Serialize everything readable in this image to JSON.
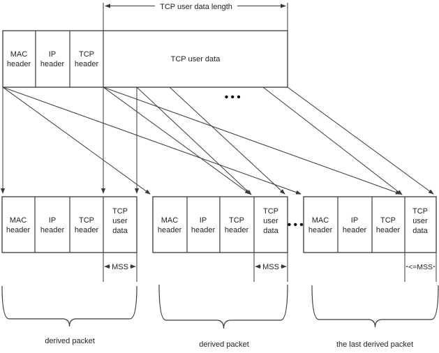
{
  "diagram": {
    "title_arrow_label": "TCP user data length",
    "original_packet": {
      "cells": [
        {
          "lines": [
            "MAC",
            "header"
          ]
        },
        {
          "lines": [
            "IP",
            "header"
          ]
        },
        {
          "lines": [
            "TCP",
            "header"
          ]
        },
        {
          "lines": [
            "TCP user data"
          ]
        }
      ]
    },
    "ellipsis_upper": "•••",
    "ellipsis_lower": "•••",
    "derived_packets": [
      {
        "cells": [
          {
            "lines": [
              "MAC",
              "header"
            ]
          },
          {
            "lines": [
              "IP",
              "header"
            ]
          },
          {
            "lines": [
              "TCP",
              "header"
            ]
          },
          {
            "lines": [
              "TCP",
              "user",
              "data"
            ]
          }
        ],
        "size_label": "MSS",
        "caption": "derived packet"
      },
      {
        "cells": [
          {
            "lines": [
              "MAC",
              "header"
            ]
          },
          {
            "lines": [
              "IP",
              "header"
            ]
          },
          {
            "lines": [
              "TCP",
              "header"
            ]
          },
          {
            "lines": [
              "TCP",
              "user",
              "data"
            ]
          }
        ],
        "size_label": "MSS",
        "caption": "derived packet"
      },
      {
        "cells": [
          {
            "lines": [
              "MAC",
              "header"
            ]
          },
          {
            "lines": [
              "IP",
              "header"
            ]
          },
          {
            "lines": [
              "TCP",
              "header"
            ]
          },
          {
            "lines": [
              "TCP",
              "user",
              "data"
            ]
          }
        ],
        "size_label": "<=MSS",
        "caption": "the last derived packet"
      }
    ],
    "colors": {
      "line": "#3a3a3a",
      "text": "#1f1f1f",
      "background": "#ffffff"
    }
  }
}
